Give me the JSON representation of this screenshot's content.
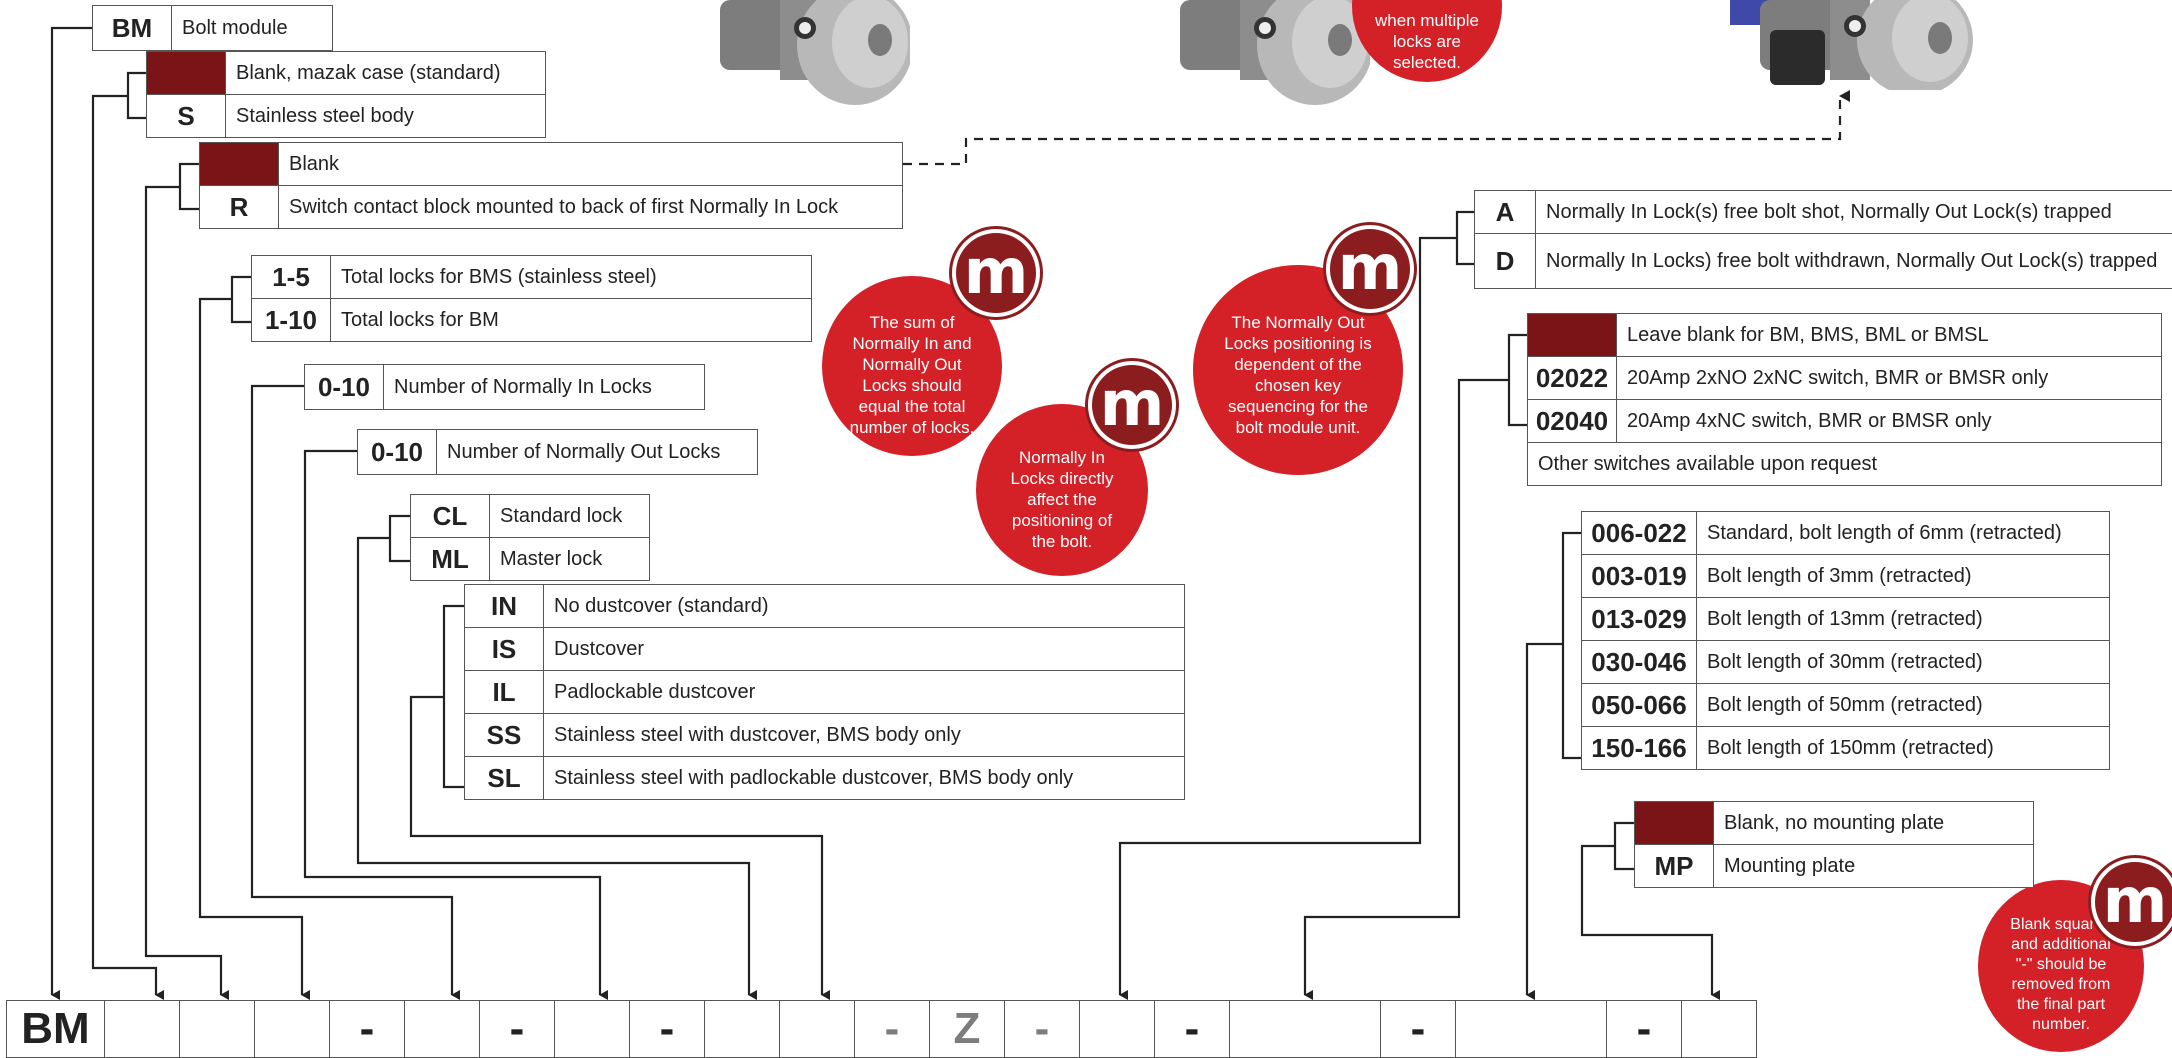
{
  "groups": {
    "module": [
      {
        "code": "BM",
        "desc": "Bolt module"
      }
    ],
    "body": [
      {
        "code": "",
        "desc": "Blank, mazak case (standard)"
      },
      {
        "code": "S",
        "desc": "Stainless steel body"
      }
    ],
    "switch_block": [
      {
        "code": "",
        "desc": "Blank"
      },
      {
        "code": "R",
        "desc": "Switch contact block mounted to back of first Normally In Lock"
      }
    ],
    "total_locks": [
      {
        "code": "1-5",
        "desc": "Total locks for BMS (stainless steel)"
      },
      {
        "code": "1-10",
        "desc": "Total locks for BM"
      }
    ],
    "normally_in": [
      {
        "code": "0-10",
        "desc": "Number of Normally In Locks"
      }
    ],
    "normally_out": [
      {
        "code": "0-10",
        "desc": "Number of Normally Out Locks"
      }
    ],
    "lock_type": [
      {
        "code": "CL",
        "desc": "Standard lock"
      },
      {
        "code": "ML",
        "desc": "Master lock"
      }
    ],
    "dustcover": [
      {
        "code": "IN",
        "desc": "No dustcover (standard)"
      },
      {
        "code": "IS",
        "desc": "Dustcover"
      },
      {
        "code": "IL",
        "desc": "Padlockable dustcover"
      },
      {
        "code": "SS",
        "desc": "Stainless steel with dustcover, BMS body only"
      },
      {
        "code": "SL",
        "desc": "Stainless steel with padlockable dustcover, BMS body only"
      }
    ],
    "bolt_action": [
      {
        "code": "A",
        "desc": "Normally In Lock(s) free bolt shot, Normally Out Lock(s) trapped"
      },
      {
        "code": "D",
        "desc": "Normally In Locks) free bolt withdrawn, Normally Out Lock(s) trapped"
      }
    ],
    "switch": [
      {
        "code": "",
        "desc": "Leave blank for BM, BMS, BML or BMSL"
      },
      {
        "code": "02022",
        "desc": "20Amp 2xNO 2xNC switch, BMR or BMSR only"
      },
      {
        "code": "02040",
        "desc": "20Amp 4xNC switch, BMR or BMSR only"
      }
    ],
    "switch_note": "Other switches available upon request",
    "bolt_length": [
      {
        "code": "006-022",
        "desc": "Standard, bolt length of 6mm (retracted)"
      },
      {
        "code": "003-019",
        "desc": "Bolt length of 3mm (retracted)"
      },
      {
        "code": "013-029",
        "desc": "Bolt length of 13mm (retracted)"
      },
      {
        "code": "030-046",
        "desc": "Bolt length of 30mm (retracted)"
      },
      {
        "code": "050-066",
        "desc": "Bolt length of 50mm (retracted)"
      },
      {
        "code": "150-166",
        "desc": "Bolt length of 150mm (retracted)"
      }
    ],
    "mounting": [
      {
        "code": "",
        "desc": "Blank, no mounting plate"
      },
      {
        "code": "MP",
        "desc": "Mounting plate"
      }
    ]
  },
  "notes": {
    "top": "when multiple locks are selected.",
    "sum": "The sum of Normally In and Normally Out Locks should equal the total number of locks.",
    "normally_in": "Normally In Locks directly affect the positioning of the bolt.",
    "normally_out": "The Normally Out Locks positioning is dependent of the chosen key sequencing for the bolt module unit.",
    "blank": "Blank squares and additional \"-\" should be removed from the final part number.",
    "badge_letter": "m"
  },
  "part_number": [
    "BM",
    "",
    "",
    "",
    "-",
    "",
    "-",
    "",
    "-",
    "",
    "",
    "-",
    "Z",
    "-",
    "",
    "-",
    "",
    "-",
    "",
    "-",
    ""
  ],
  "colors": {
    "blank_fill": "#7a1416",
    "note_red": "#d42027",
    "badge_red": "#8c1d1f"
  }
}
